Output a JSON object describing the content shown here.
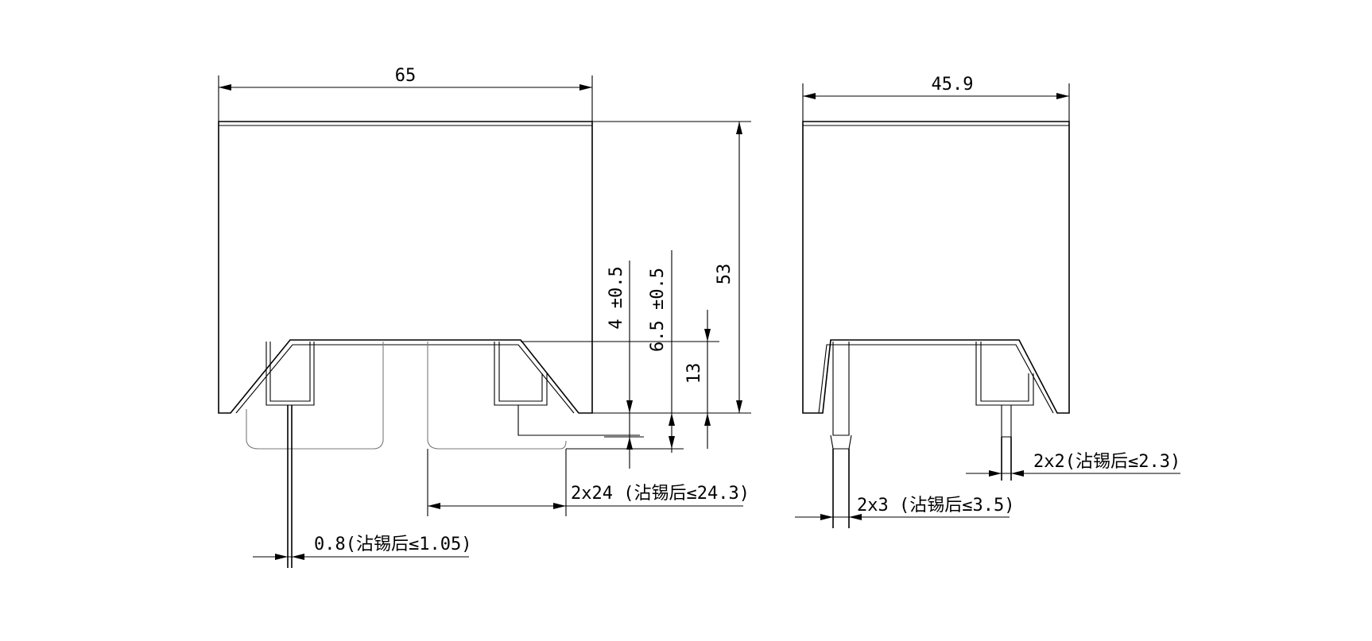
{
  "front_view": {
    "width_label": "65",
    "height_label": "53",
    "tol_4_label": "4 ±0.5",
    "tol_6_label": "6.5 ±0.5",
    "pin_offset_label": "13",
    "pin_pitch_label": "2x24 (沾锡后≤24.3)",
    "pin_thickness_label": "0.8(沾锡后≤1.05)"
  },
  "side_view": {
    "width_label": "45.9",
    "pin_width_large_label": "2x3 (沾锡后≤3.5)",
    "pin_width_small_label": "2x2(沾锡后≤2.3)"
  },
  "colors": {
    "line": "#000000",
    "hidden_line": "#7a7a7a",
    "background": "#ffffff"
  }
}
